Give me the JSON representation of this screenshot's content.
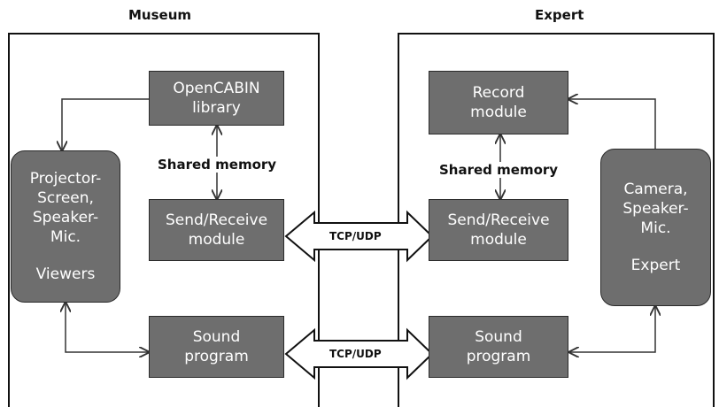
{
  "museum": {
    "title": "Museum",
    "opencabin": [
      "OpenCABIN",
      "library"
    ],
    "shared_memory": "Shared memory",
    "send_receive": [
      "Send/Receive",
      "module"
    ],
    "sound": [
      "Sound",
      "program"
    ],
    "viewers_box": [
      "Projector-",
      "Screen,",
      "Speaker-",
      "Mic.",
      "",
      "Viewers"
    ]
  },
  "expert": {
    "title": "Expert",
    "record": [
      "Record",
      "module"
    ],
    "shared_memory": "Shared memory",
    "send_receive": [
      "Send/Receive",
      "module"
    ],
    "sound": [
      "Sound",
      "program"
    ],
    "expert_box": [
      "Camera,",
      "Speaker-",
      "Mic.",
      "",
      "Expert"
    ]
  },
  "links": {
    "top": "TCP/UDP",
    "bottom": "TCP/UDP"
  },
  "colors": {
    "box_fill": "#6e6e6e",
    "box_border": "#2a2a2a",
    "line": "#333333"
  }
}
